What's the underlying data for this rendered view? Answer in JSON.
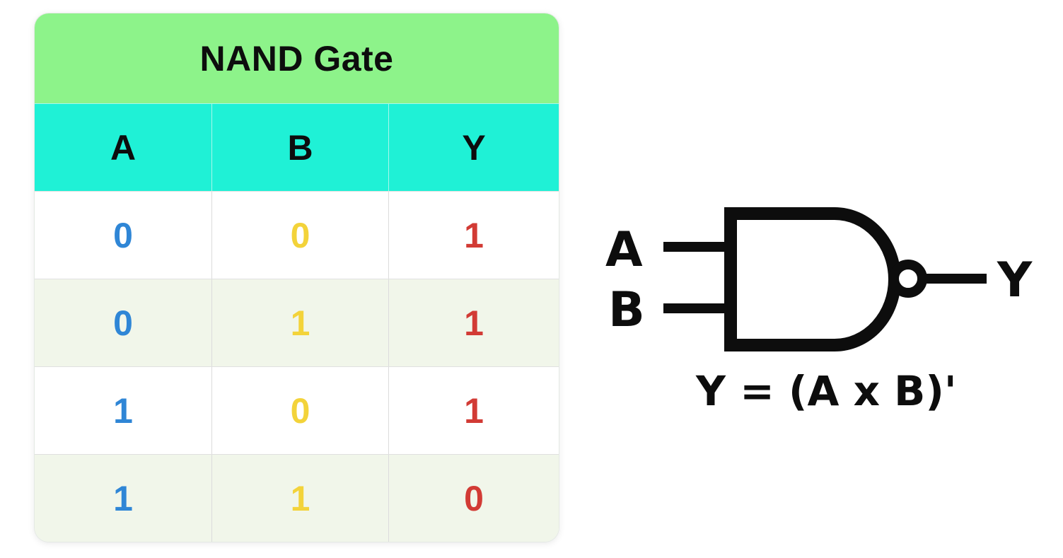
{
  "table": {
    "title": "NAND Gate",
    "headers": [
      "A",
      "B",
      "Y"
    ],
    "rows": [
      [
        "0",
        "0",
        "1"
      ],
      [
        "0",
        "1",
        "1"
      ],
      [
        "1",
        "0",
        "1"
      ],
      [
        "1",
        "1",
        "0"
      ]
    ],
    "colors": {
      "title_bg": "#8df38a",
      "header_bg": "#1ff1d6",
      "col_a": "#2f86d6",
      "col_b": "#f3d33a",
      "col_y": "#d23b35",
      "row_alt": "#f1f6ea"
    }
  },
  "gate": {
    "type": "NAND",
    "input_a": "A",
    "input_b": "B",
    "output": "Y",
    "equation": "Y = (A x B)'"
  }
}
